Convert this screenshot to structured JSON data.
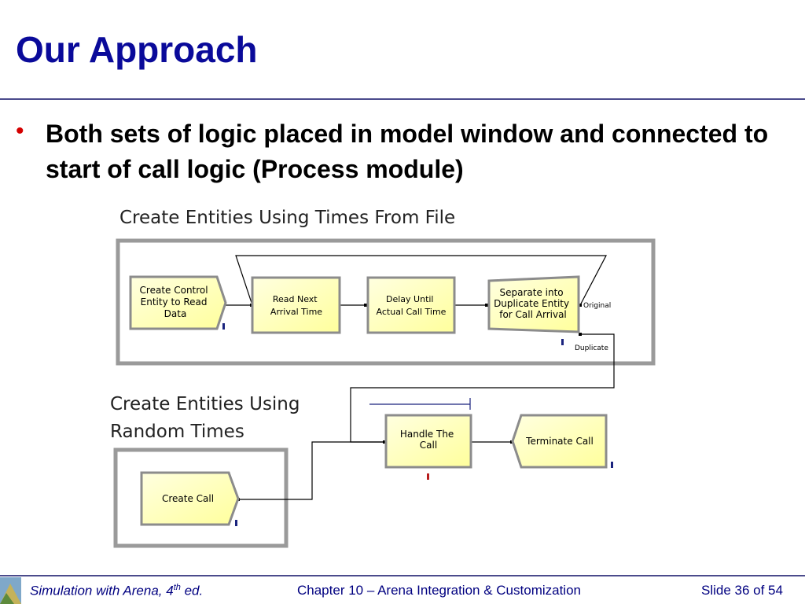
{
  "slide": {
    "title": "Our Approach",
    "bullet": "Both sets of logic placed in model window and connected to start of call logic (Process module)"
  },
  "diagram": {
    "section_file_title": "Create Entities Using Times From File",
    "section_random_title_line1": "Create Entities Using",
    "section_random_title_line2": "Random Times",
    "modules": {
      "create_control": [
        "Create Control",
        "Entity to Read",
        "Data"
      ],
      "read_next": [
        "Read Next",
        "Arrival Time"
      ],
      "delay_until": [
        "Delay Until",
        "Actual Call Time"
      ],
      "separate": [
        "Separate into",
        "Duplicate Entity",
        "for Call Arrival"
      ],
      "handle_call": [
        "Handle The",
        "Call"
      ],
      "terminate_call": [
        "Terminate Call"
      ],
      "create_call": [
        "Create Call"
      ]
    },
    "labels": {
      "original": "Original",
      "duplicate": "Duplicate"
    }
  },
  "footer": {
    "book_prefix": "Simulation with Arena, 4",
    "book_sup": "th",
    "book_suffix": " ed.",
    "chapter": "Chapter 10 – Arena Integration & Customization",
    "slide_num": "Slide 36 of 54"
  },
  "colors": {
    "title": "#0a0a9a",
    "bullet": "#d40000",
    "module_fill": "#ffffc0",
    "frame": "#9a9a9a"
  }
}
